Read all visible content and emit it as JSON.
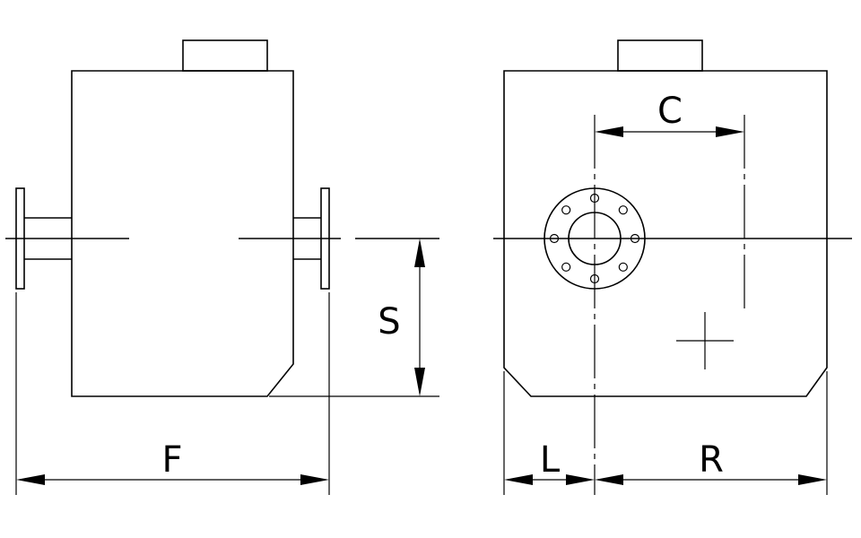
{
  "dimensions": {
    "F": "F",
    "S": "S",
    "C": "C",
    "L": "L",
    "R": "R"
  },
  "flange": {
    "bolt_holes": 8
  }
}
